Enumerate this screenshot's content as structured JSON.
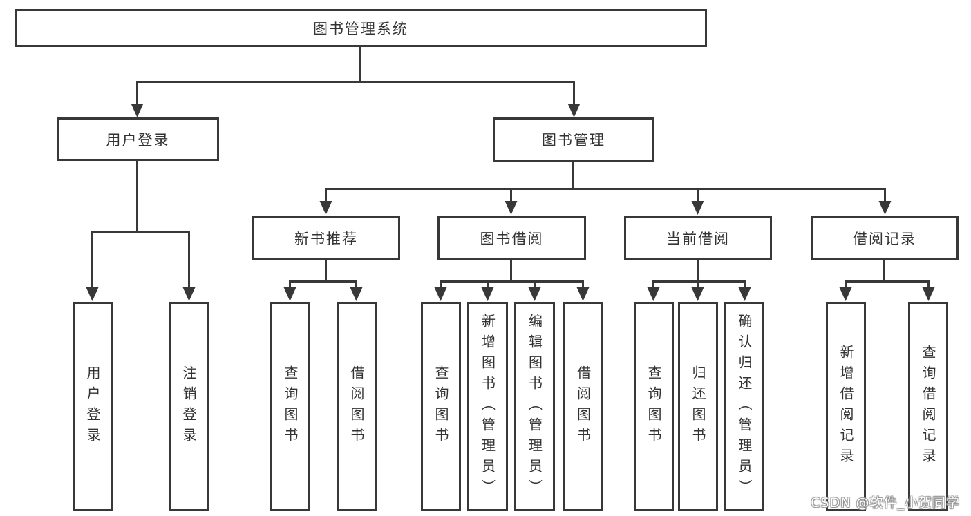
{
  "diagram": {
    "root": {
      "label": "图书管理系统"
    },
    "user_branch": {
      "label": "用户登录",
      "children": [
        {
          "label": "用户登录"
        },
        {
          "label": "注销登录"
        }
      ]
    },
    "mgmt_branch": {
      "label": "图书管理",
      "groups": [
        {
          "label": "新书推荐",
          "children": [
            {
              "label": "查询图书"
            },
            {
              "label": "借阅图书"
            }
          ]
        },
        {
          "label": "图书借阅",
          "children": [
            {
              "label": "查询图书"
            },
            {
              "label": "新增图书（管理员）"
            },
            {
              "label": "编辑图书（管理员）"
            },
            {
              "label": "借阅图书"
            }
          ]
        },
        {
          "label": "当前借阅",
          "children": [
            {
              "label": "查询图书"
            },
            {
              "label": "归还图书"
            },
            {
              "label": "确认归还（管理员）"
            }
          ]
        },
        {
          "label": "借阅记录",
          "children": [
            {
              "label": "新增借阅记录"
            },
            {
              "label": "查询借阅记录"
            }
          ]
        }
      ]
    },
    "watermark": "CSDN @软件_小贺同学"
  },
  "colors": {
    "line": "#383838",
    "text": "#333333",
    "background": "#ffffff"
  }
}
